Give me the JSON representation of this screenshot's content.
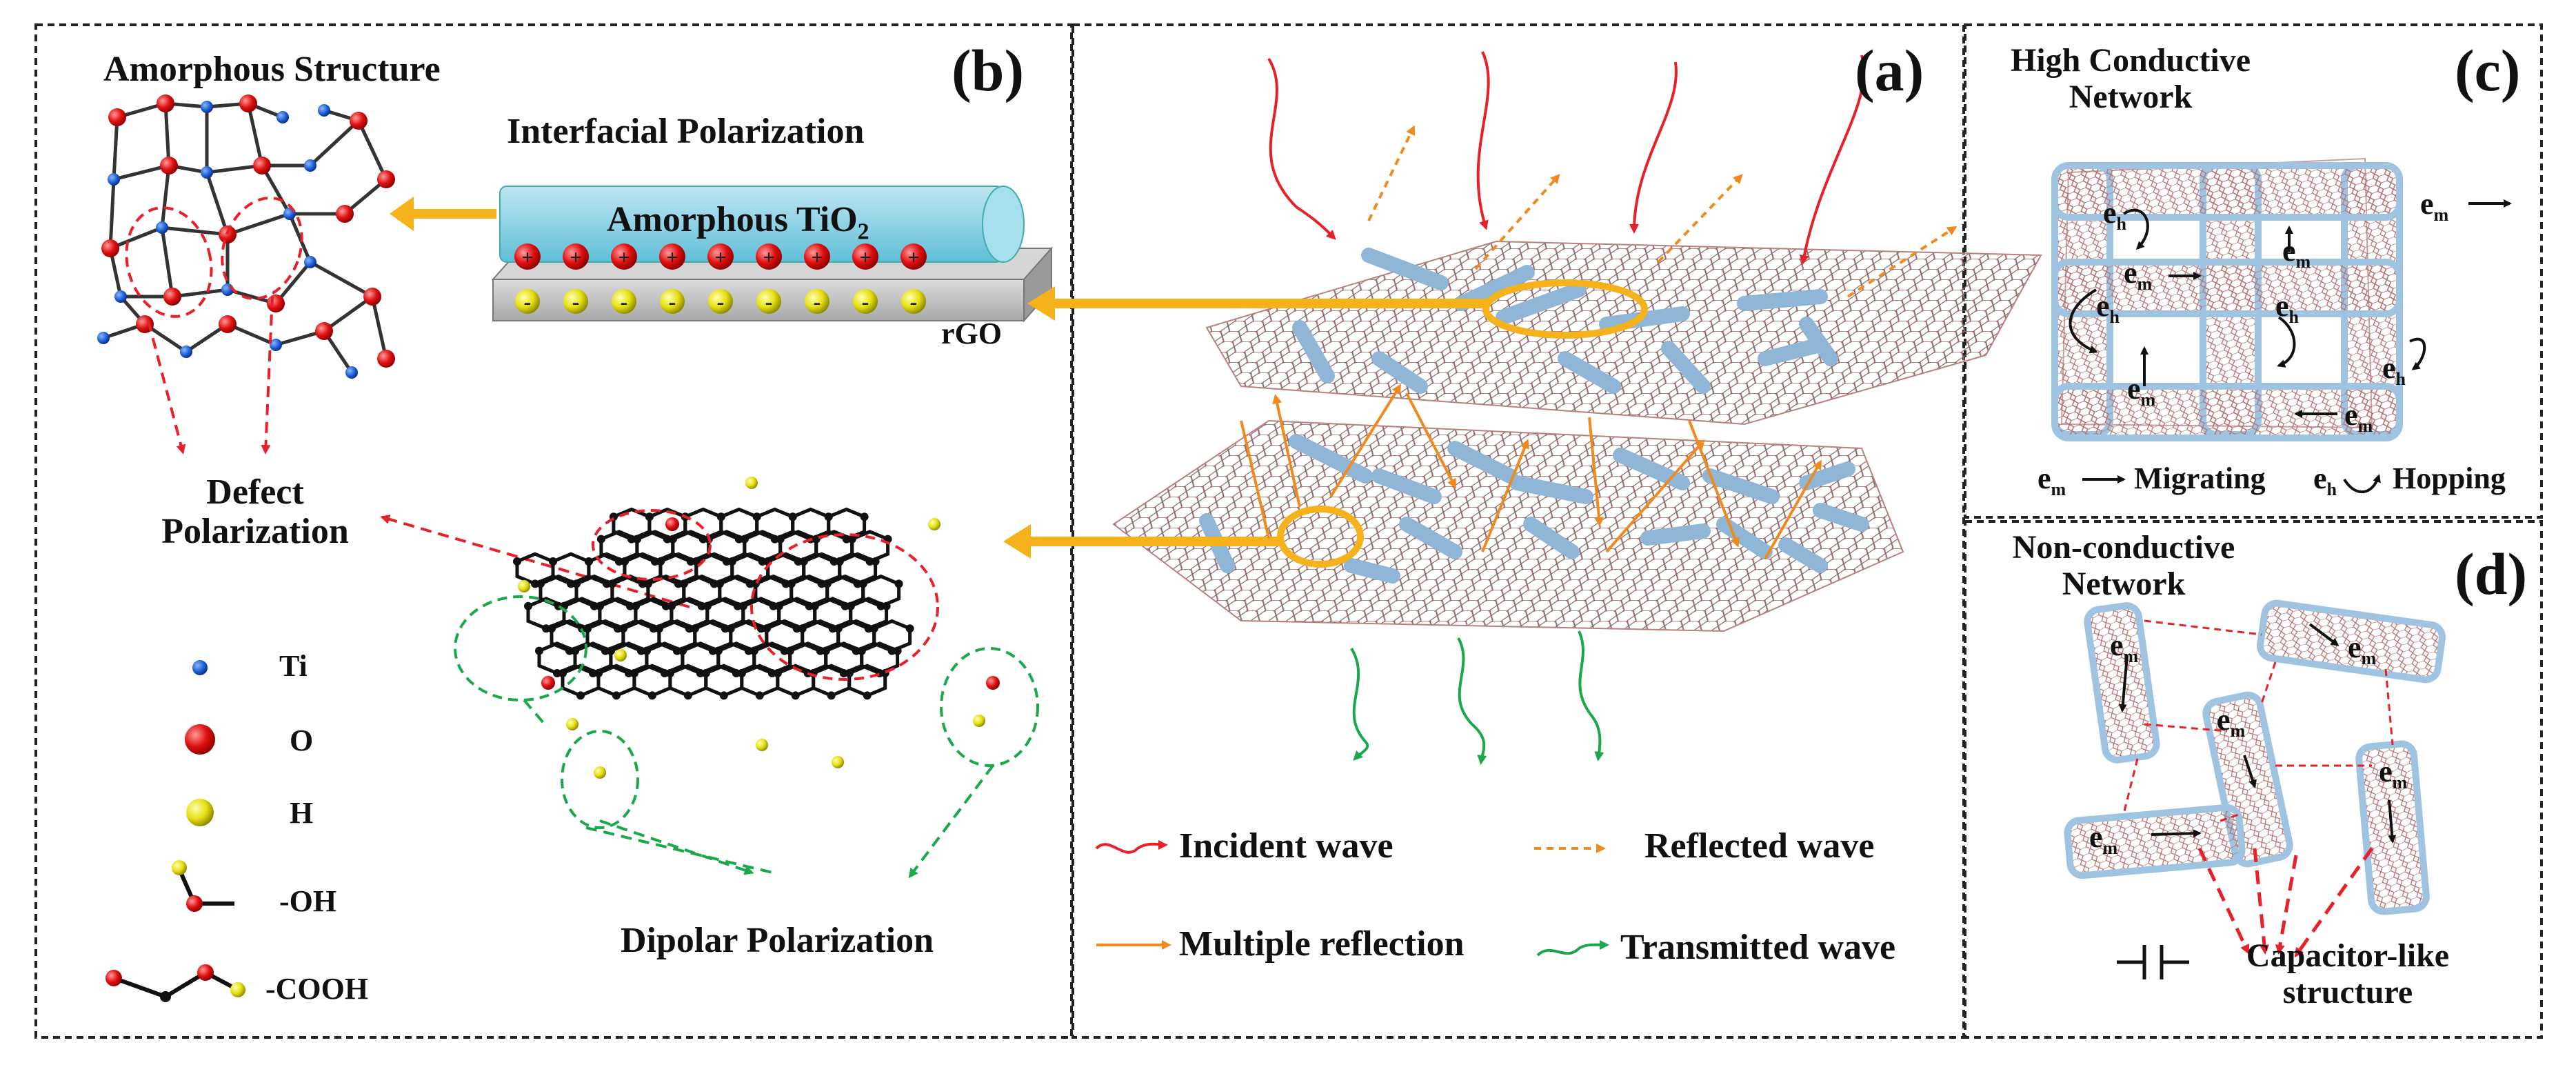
{
  "panels": {
    "a": {
      "letter": "(a)"
    },
    "b": {
      "letter": "(b)"
    },
    "c": {
      "letter": "(c)"
    },
    "d": {
      "letter": "(d)"
    }
  },
  "panel_b": {
    "amorphous_structure": "Amorphous Structure",
    "interfacial_polarization": "Interfacial Polarization",
    "amorphous_tio2": "Amorphous TiO",
    "tio2_subscript": "2",
    "rgo": "rGO",
    "defect_polarization_line1": "Defect",
    "defect_polarization_line2": "Polarization",
    "dipolar_polarization": "Dipolar Polarization",
    "legend": {
      "ti": "Ti",
      "o": "O",
      "h": "H",
      "oh": "-OH",
      "cooh": "-COOH"
    },
    "charge_plus": "+",
    "charge_minus": "-"
  },
  "panel_a": {
    "legend": {
      "incident": "Incident wave",
      "reflected": "Reflected wave",
      "multiple": "Multiple reflection",
      "transmitted": "Transmitted wave"
    }
  },
  "panel_c": {
    "title_line1": "High Conductive",
    "title_line2": "Network",
    "electron_m": "e",
    "electron_m_sub": "m",
    "electron_h": "e",
    "electron_h_sub": "h",
    "migrating": "Migrating",
    "hopping": "Hopping"
  },
  "panel_d": {
    "title_line1": "Non-conductive",
    "title_line2": "Network",
    "capacitor_line1": "Capacitor-like",
    "capacitor_line2": "structure"
  },
  "colors": {
    "incident": "#e8202a",
    "reflected": "#f08a1e",
    "multiple": "#f08a1e",
    "transmitted": "#1aa84a",
    "tube": "#9ec4e2",
    "tio2_layer": "#7fd1e2",
    "rgo_layer": "#c8c8c8",
    "big_arrow": "#f5b21a",
    "oxygen": "#e01010",
    "titanium": "#1a5fd6",
    "hydrogen": "#e6e012",
    "defect_dash": "#e8202a",
    "dipolar_dash": "#1aa84a"
  }
}
